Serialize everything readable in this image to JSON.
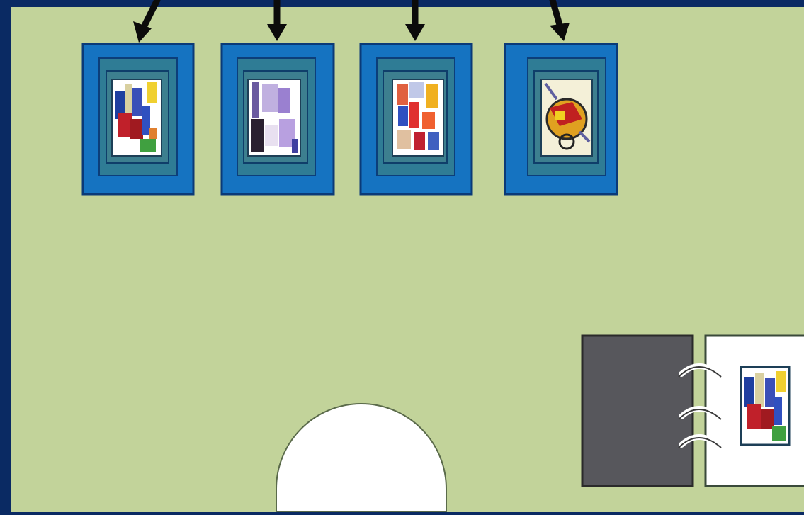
{
  "colors": {
    "page_border": "#0a2a63",
    "wall": "#c2d39a",
    "frame_outer": "#1573c1",
    "frame_mid": "#2f7c95",
    "frame_inner": "#3d7f8f",
    "arrow": "#0b0b0b",
    "book_cover": "#57575c",
    "book_page": "#ffffff",
    "ring": "#ffffff",
    "circle": "#ffffff",
    "circle_stroke": "#5a6a4a"
  },
  "diagram": {
    "frames": [
      {
        "name": "frame-1",
        "art_icon": "abstract-painting-blocks-icon"
      },
      {
        "name": "frame-2",
        "art_icon": "abstract-painting-purple-icon"
      },
      {
        "name": "frame-3",
        "art_icon": "abstract-painting-colorful-icon"
      },
      {
        "name": "frame-4",
        "art_icon": "abstract-painting-circle-icon"
      }
    ],
    "arrows_count": 4,
    "book": {
      "rings": 3,
      "thumbnail_icon": "abstract-painting-blocks-icon"
    }
  }
}
